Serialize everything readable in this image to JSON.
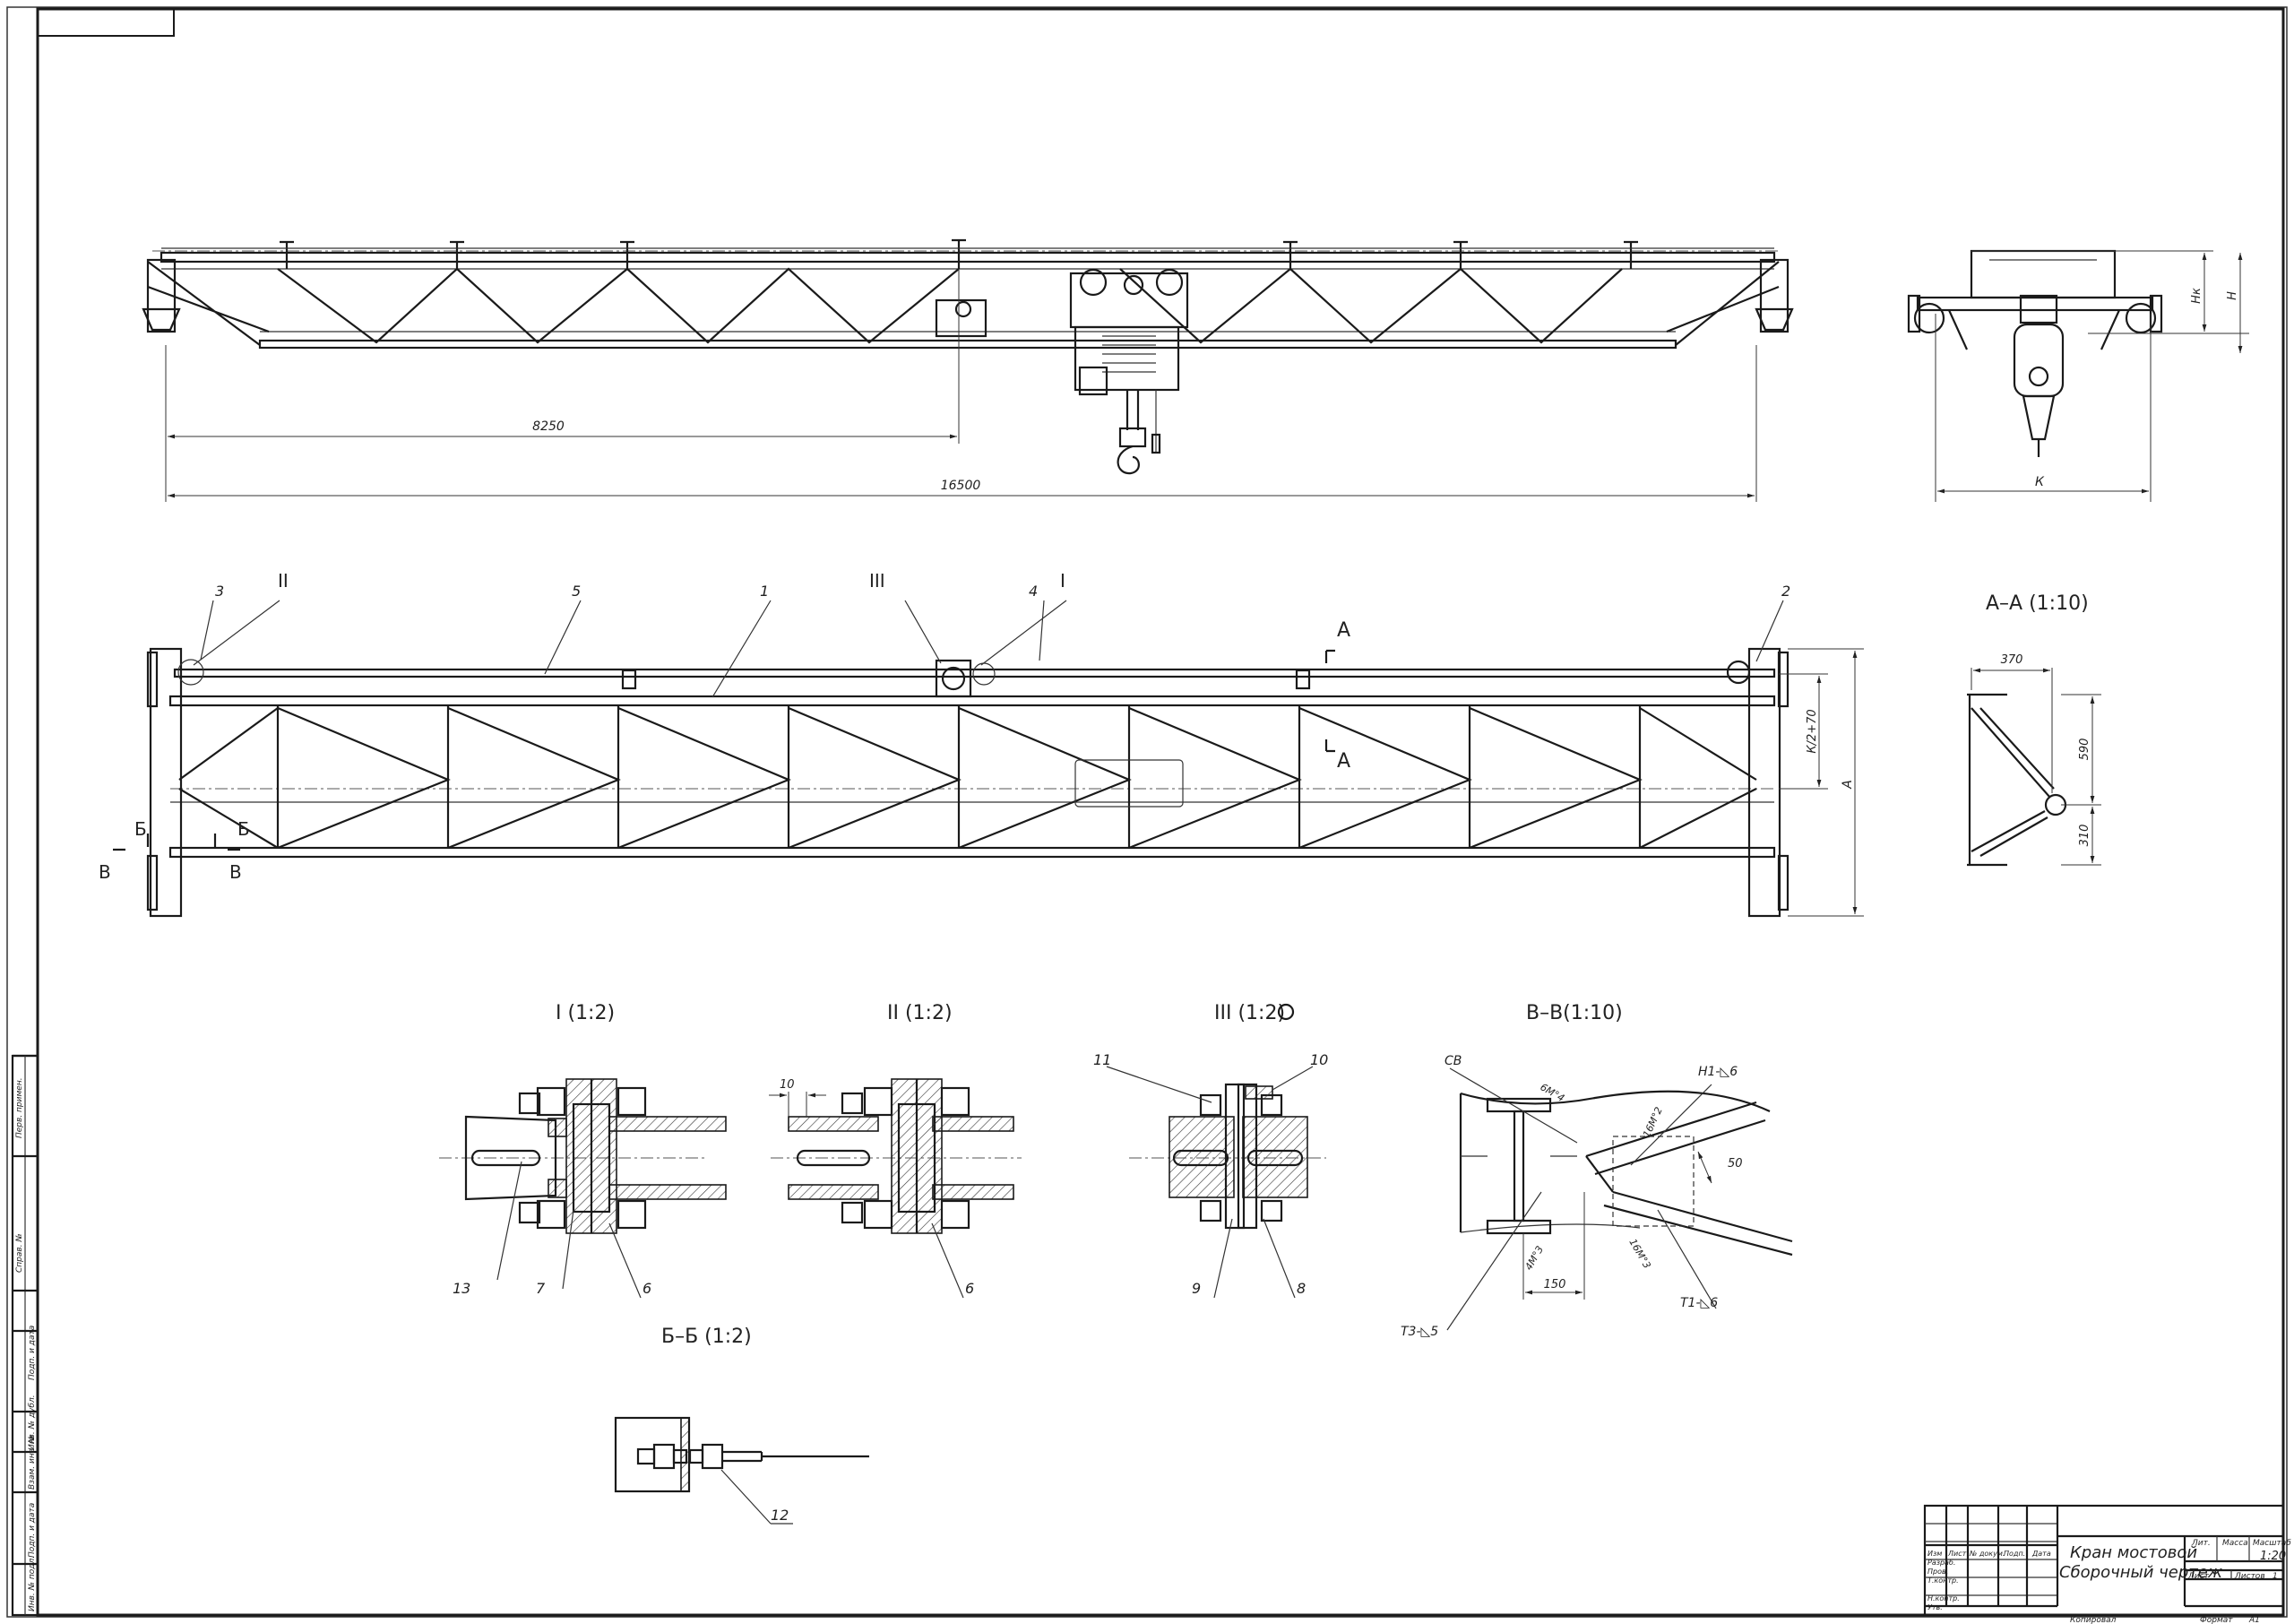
{
  "drawing": {
    "title_line1": "Кран мостовой",
    "title_line2": "Сборочный чертеж",
    "scale": "1:20",
    "format_label": "Формат",
    "format_value": "А1",
    "copied_label": "Копировал",
    "sheet_label": "Лист",
    "sheets_label": "Листов",
    "sheets_value": "1",
    "lit_label": "Лит.",
    "mass_label": "Масса",
    "scale_label": "Масштаб"
  },
  "title_block_rows": {
    "izm": "Изм",
    "list": "Лист",
    "doc_no": "№ докум.",
    "sign": "Подп.",
    "date": "Дата",
    "razrab": "Разраб.",
    "prov": "Пров.",
    "tkontr": "Т.контр.",
    "nkontr": "Н.контр.",
    "utv": "Утв."
  },
  "side_strip": {
    "perv_primen": "Перв. примен.",
    "sprav_no": "Справ. №",
    "podp_data_1": "Подп. и дата",
    "inv_dubl": "Инв. № дубл.",
    "vzam_inv": "Взам. инв. №",
    "podp_data_2": "Подп. и дата",
    "inv_podl": "Инв. № подл."
  },
  "dimensions": {
    "half_span": "8250",
    "span": "16500",
    "hk": "Hк",
    "h": "H",
    "k": "К",
    "a": "А",
    "k_half": "К/2+70",
    "aa_370": "370",
    "aa_590": "590",
    "aa_310": "310",
    "detail_10": "10",
    "vv_50": "50",
    "vv_150": "150"
  },
  "views": {
    "section_aa": "А–А (1:10)",
    "detail_1": "I (1:2)",
    "detail_2": "II (1:2)",
    "detail_3": "III (1:2)",
    "section_vv": "В–В(1:10)",
    "section_bb": "Б–Б (1:2)"
  },
  "markers": {
    "roman_1": "I",
    "roman_2": "II",
    "roman_3": "III",
    "sec_a": "А",
    "sec_b": "Б",
    "sec_v": "В"
  },
  "positions": {
    "p1": "1",
    "p2": "2",
    "p3": "3",
    "p4": "4",
    "p5": "5",
    "p6a": "6",
    "p6b": "6",
    "p7": "7",
    "p8": "8",
    "p9": "9",
    "p10": "10",
    "p11": "11",
    "p12": "12",
    "p13": "13"
  },
  "weld_notes": {
    "sv": "СВ",
    "t3": "Т3-◺5",
    "n1": "Н1-◺6",
    "t1": "Т1-◺6",
    "m4": "4M°3",
    "o6": "6M°4",
    "k6": "16M°2",
    "k16": "16M°3"
  },
  "colors": {
    "line": "#1a1a1a",
    "paper": "#ffffff"
  }
}
